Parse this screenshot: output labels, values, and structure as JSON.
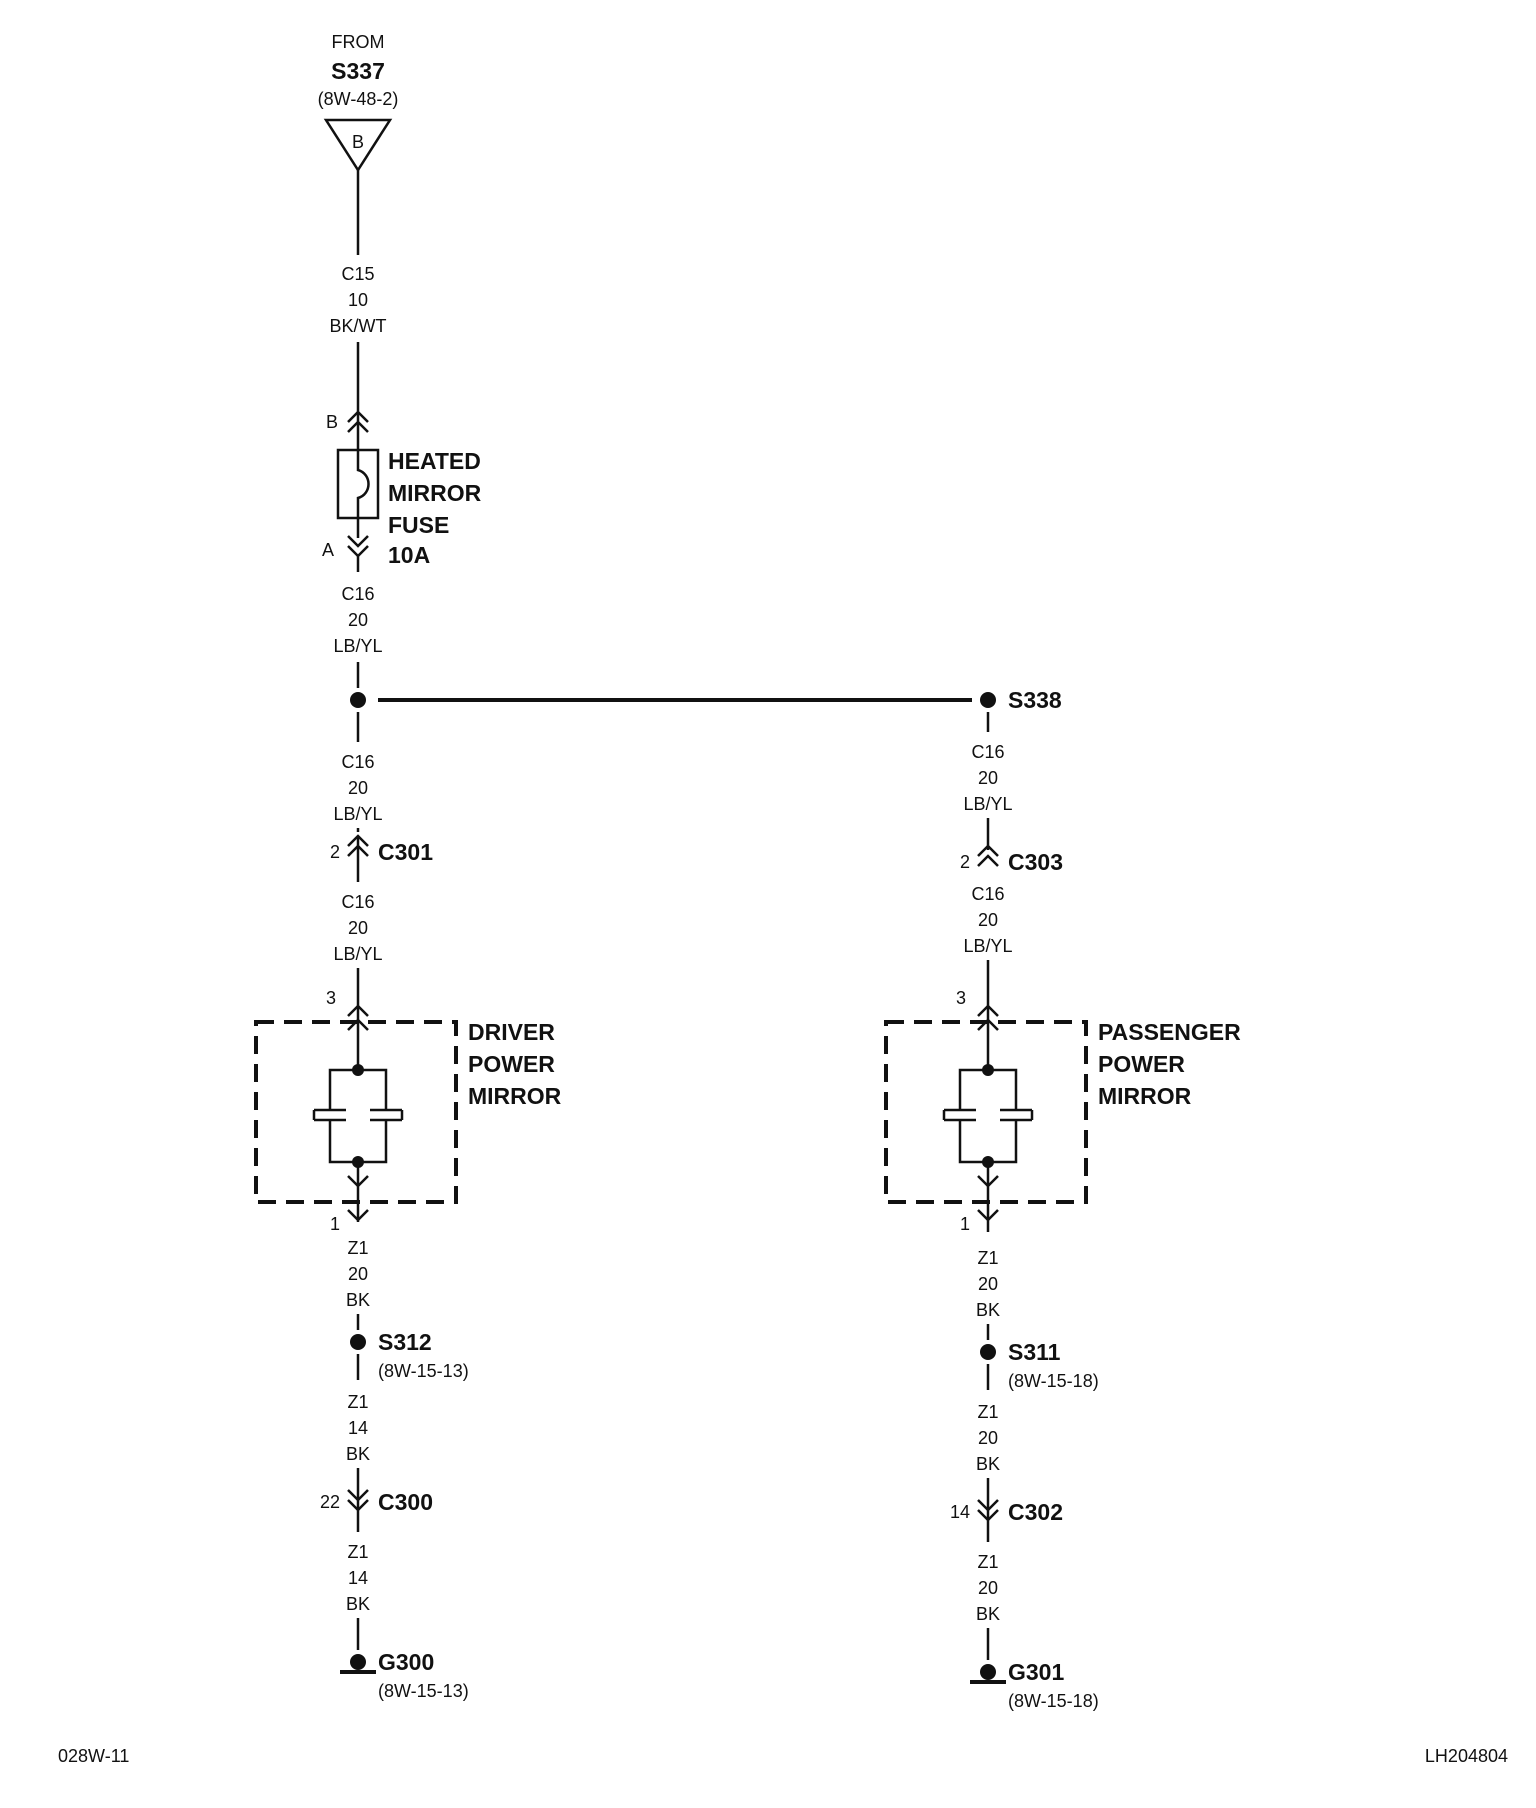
{
  "source": {
    "from_label": "FROM",
    "splice": "S337",
    "ref": "(8W-48-2)",
    "connector_letter": "B"
  },
  "wires": {
    "w1": {
      "circuit": "C15",
      "gauge": "10",
      "color": "BK/WT"
    },
    "w2": {
      "circuit": "C16",
      "gauge": "20",
      "color": "LB/YL"
    },
    "w3": {
      "circuit": "C16",
      "gauge": "20",
      "color": "LB/YL"
    },
    "w4": {
      "circuit": "C16",
      "gauge": "20",
      "color": "LB/YL"
    },
    "w5": {
      "circuit": "C16",
      "gauge": "20",
      "color": "LB/YL"
    },
    "w6": {
      "circuit": "C16",
      "gauge": "20",
      "color": "LB/YL"
    },
    "w7": {
      "circuit": "Z1",
      "gauge": "20",
      "color": "BK"
    },
    "w8": {
      "circuit": "Z1",
      "gauge": "14",
      "color": "BK"
    },
    "w9": {
      "circuit": "Z1",
      "gauge": "14",
      "color": "BK"
    },
    "w10": {
      "circuit": "Z1",
      "gauge": "20",
      "color": "BK"
    },
    "w11": {
      "circuit": "Z1",
      "gauge": "20",
      "color": "BK"
    },
    "w12": {
      "circuit": "Z1",
      "gauge": "20",
      "color": "BK"
    }
  },
  "fuse": {
    "line1": "HEATED",
    "line2": "MIRROR",
    "line3": "FUSE",
    "line4": "10A",
    "pin_top": "B",
    "pin_bottom": "A"
  },
  "splices": {
    "s338": "S338",
    "s312": "S312",
    "s312_ref": "(8W-15-13)",
    "s311": "S311",
    "s311_ref": "(8W-15-18)"
  },
  "connectors": {
    "c301": {
      "name": "C301",
      "pin": "2"
    },
    "c303": {
      "name": "C303",
      "pin": "2"
    },
    "c300": {
      "name": "C300",
      "pin": "22"
    },
    "c302": {
      "name": "C302",
      "pin": "14"
    }
  },
  "driver_mirror": {
    "line1": "DRIVER",
    "line2": "POWER",
    "line3": "MIRROR",
    "pin_in": "3",
    "pin_out": "1"
  },
  "passenger_mirror": {
    "line1": "PASSENGER",
    "line2": "POWER",
    "line3": "MIRROR",
    "pin_in": "3",
    "pin_out": "1"
  },
  "grounds": {
    "g300": "G300",
    "g300_ref": "(8W-15-13)",
    "g301": "G301",
    "g301_ref": "(8W-15-18)"
  },
  "footer": {
    "left_code": "028W-11",
    "right_code": "LH204804"
  }
}
